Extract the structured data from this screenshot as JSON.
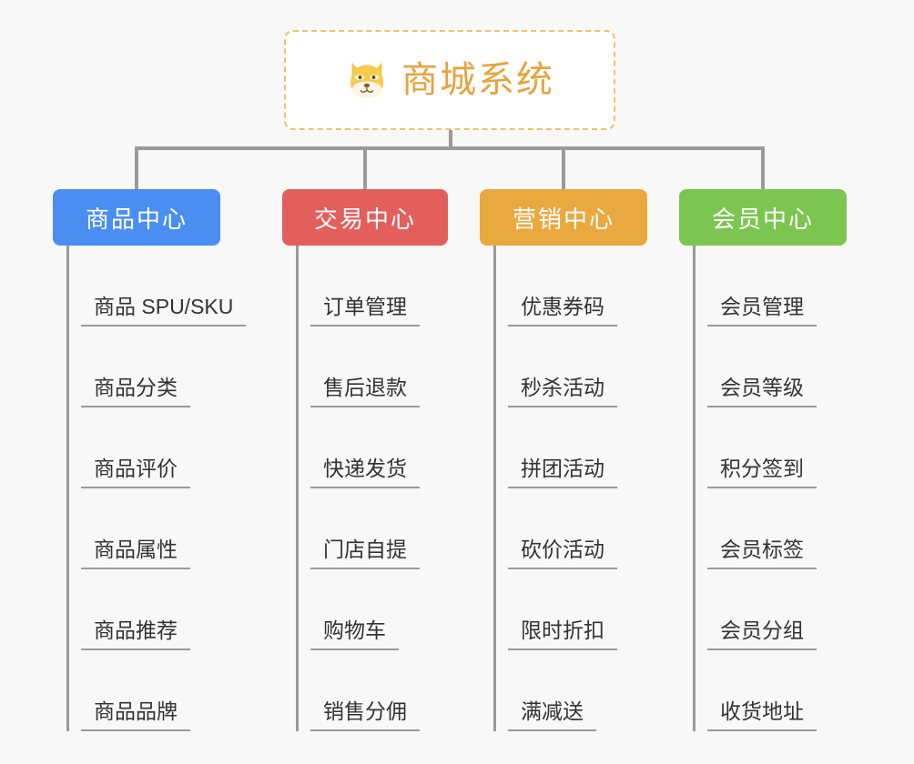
{
  "background_color": "#f8f8f8",
  "root": {
    "title": "商城系统",
    "icon": "shiba-dog-face-icon",
    "text_color": "#e8a33d",
    "border_color": "#f0c069"
  },
  "connector_color": "#9a9a9a",
  "branches": [
    {
      "id": "product-center",
      "label": "商品中心",
      "color": "#4a8ef2",
      "items": [
        "商品 SPU/SKU",
        "商品分类",
        "商品评价",
        "商品属性",
        "商品推荐",
        "商品品牌"
      ]
    },
    {
      "id": "trade-center",
      "label": "交易中心",
      "color": "#e25f5c",
      "items": [
        "订单管理",
        "售后退款",
        "快递发货",
        "门店自提",
        "购物车",
        "销售分佣"
      ]
    },
    {
      "id": "marketing-center",
      "label": "营销中心",
      "color": "#eaa93f",
      "items": [
        "优惠券码",
        "秒杀活动",
        "拼团活动",
        "砍价活动",
        "限时折扣",
        "满减送"
      ]
    },
    {
      "id": "member-center",
      "label": "会员中心",
      "color": "#7cc košer"
    }
  ]
}
